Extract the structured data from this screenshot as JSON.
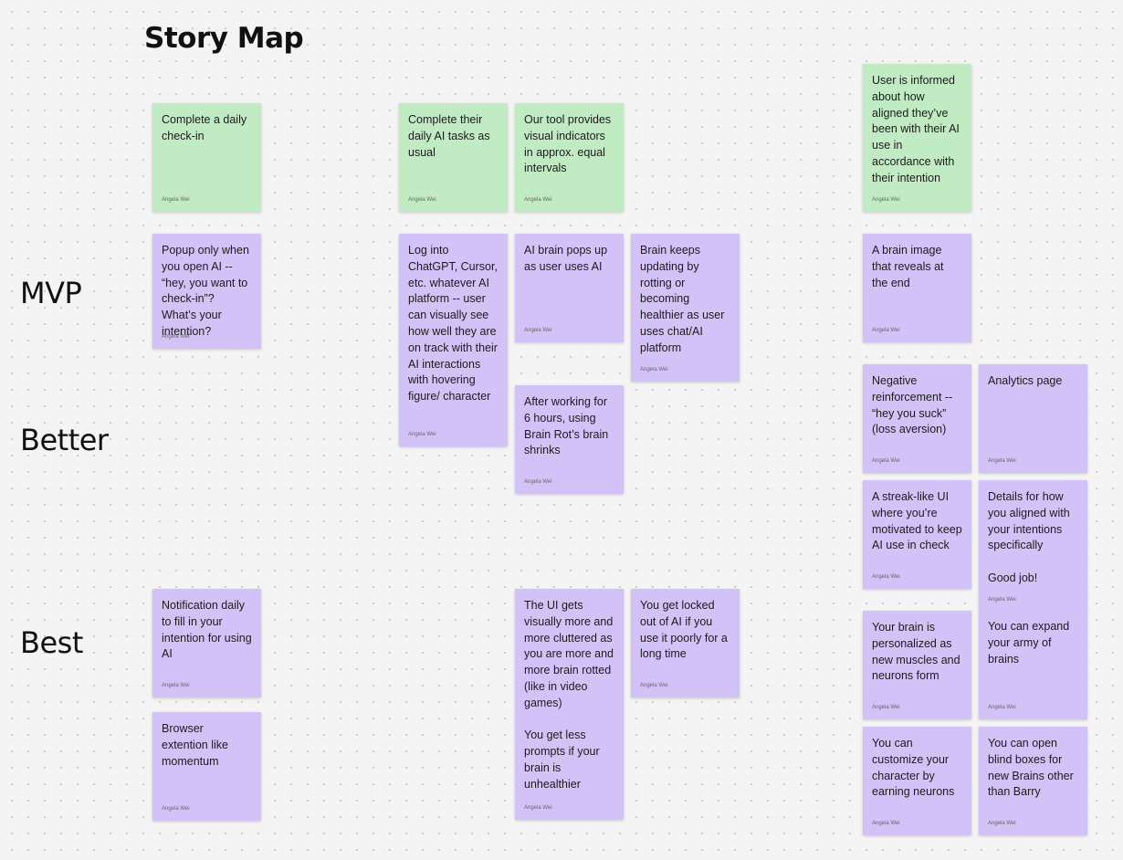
{
  "board": {
    "title": "Story Map",
    "rows": {
      "mvp": "MVP",
      "better": "Better",
      "best": "Best"
    }
  },
  "colors": {
    "green": "#c1ebc3",
    "purple": "#d2c2f8"
  },
  "stickies": [
    {
      "text": "Complete a daily check-in",
      "author": "Angela Wei"
    },
    {
      "text": "Complete their daily AI tasks as usual",
      "author": "Angela Wei"
    },
    {
      "text": "Our tool provides visual indicators in approx. equal intervals",
      "author": "Angela Wei"
    },
    {
      "text": "User is informed about how aligned they’ve been with their AI use in accordance with their intention",
      "author": "Angela Wei"
    },
    {
      "text": "Popup only when you open AI -- “hey, you want to check-in”? What’s your intention?",
      "author": "Angela Wei"
    },
    {
      "text": "Log into ChatGPT, Cursor, etc. whatever AI platform -- user can visually see how well they are on track with their AI interactions with hovering figure/ character",
      "author": "Angela Wei"
    },
    {
      "text": "AI brain pops up as user uses AI",
      "author": "Angela Wei"
    },
    {
      "text": "Brain keeps updating by rotting or becoming healthier as user uses chat/AI platform",
      "author": "Angela Wei"
    },
    {
      "text": "A brain image that reveals at the end",
      "author": "Angela Wei"
    },
    {
      "text": "After working for 6 hours, using Brain Rot’s brain shrinks",
      "author": "Angela Wei"
    },
    {
      "text": "Negative reinforcement -- “hey you suck” (loss aversion)",
      "author": "Angela Wei"
    },
    {
      "text": "Analytics page",
      "author": "Angela Wei"
    },
    {
      "text": "A streak-like UI where you’re motivated to keep AI use in check",
      "author": "Angela Wei"
    },
    {
      "text": "Details for how you aligned with your intentions specifically\n\nGood job!",
      "author": "Angela Wei"
    },
    {
      "text": "Notification daily to fill in your intention for using AI",
      "author": "Angela Wei"
    },
    {
      "text": "The UI gets visually more and more cluttered as you are more and more brain rotted (like in video games)\n\nYou get less prompts if your brain is unhealthier",
      "author": "Angela Wei"
    },
    {
      "text": "You get locked out of AI if you use it poorly for a long time",
      "author": "Angela Wei"
    },
    {
      "text": "Your brain is personalized as new muscles and neurons form",
      "author": "Angela Wei"
    },
    {
      "text": "You can expand your army of brains",
      "author": "Angela Wei"
    },
    {
      "text": "Browser extention like momentum",
      "author": "Angela Wei"
    },
    {
      "text": "You can customize your character by earning neurons",
      "author": "Angela Wei"
    },
    {
      "text": "You can open blind boxes for new Brains other than Barry",
      "author": "Angela Wei"
    }
  ]
}
